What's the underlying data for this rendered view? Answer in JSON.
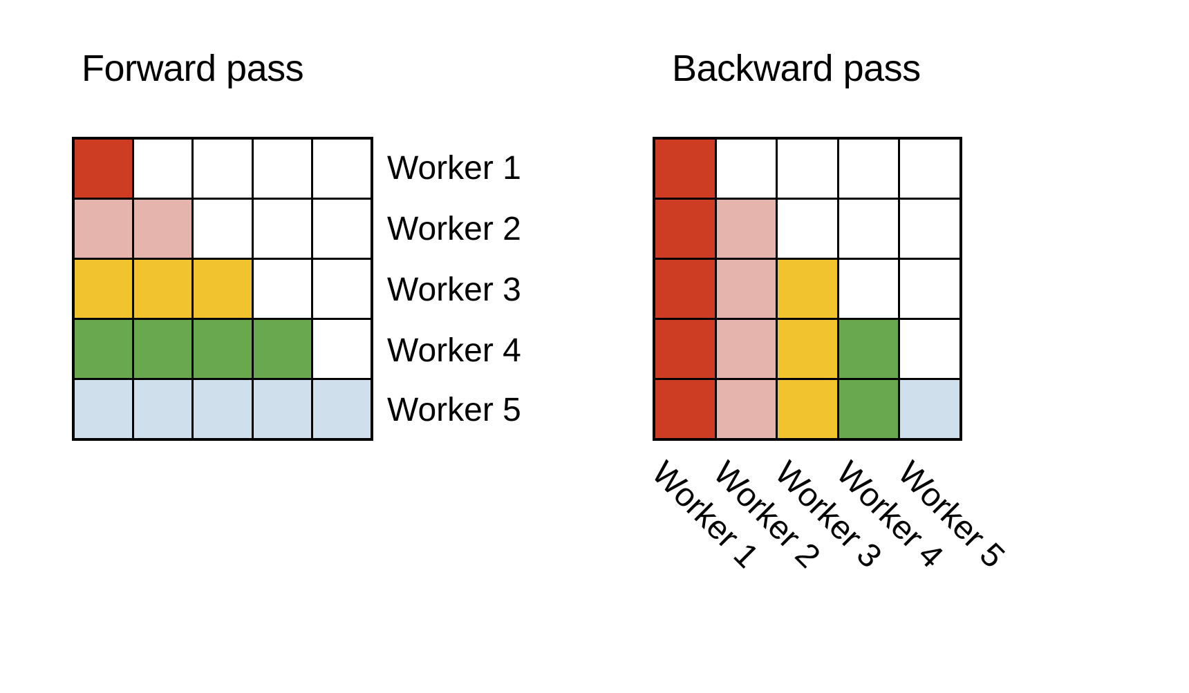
{
  "figure": {
    "background_color": "#ffffff",
    "line_color": "#000000"
  },
  "panels": [
    {
      "id": "forward",
      "title": "Forward pass",
      "label_orientation": "horizontal-right",
      "row_labels": [
        "Worker 1",
        "Worker 2",
        "Worker 3",
        "Worker 4",
        "Worker 5"
      ]
    },
    {
      "id": "backward",
      "title": "Backward pass",
      "label_orientation": "rotated-bottom",
      "column_labels": [
        "Worker 1",
        "Worker 2",
        "Worker 3",
        "Worker 4",
        "Worker 5"
      ]
    }
  ],
  "palette": {
    "red": "#CC3D24",
    "pink": "#E5B4AD",
    "yellow": "#F0C32F",
    "green": "#69A84F",
    "blue": "#CFDFEC",
    "empty": "#ffffff",
    "border": "#000000"
  },
  "chart_data": {
    "type": "heatmap",
    "title": "Forward pass / Backward pass worker activity matrices",
    "grid_size": [
      5,
      5
    ],
    "grids": [
      {
        "name": "Forward pass",
        "row_labels": [
          "Worker 1",
          "Worker 2",
          "Worker 3",
          "Worker 4",
          "Worker 5"
        ],
        "column_labels": [
          "Worker 1",
          "Worker 2",
          "Worker 3",
          "Worker 4",
          "Worker 5"
        ],
        "description": "Lower-triangular fill: row i is colored in columns 1..i with that row's color",
        "cells": [
          [
            "red",
            "empty",
            "empty",
            "empty",
            "empty"
          ],
          [
            "pink",
            "pink",
            "empty",
            "empty",
            "empty"
          ],
          [
            "yellow",
            "yellow",
            "yellow",
            "empty",
            "empty"
          ],
          [
            "green",
            "green",
            "green",
            "green",
            "empty"
          ],
          [
            "blue",
            "blue",
            "blue",
            "blue",
            "blue"
          ]
        ]
      },
      {
        "name": "Backward pass",
        "row_labels": [
          "Worker 1",
          "Worker 2",
          "Worker 3",
          "Worker 4",
          "Worker 5"
        ],
        "column_labels": [
          "Worker 1",
          "Worker 2",
          "Worker 3",
          "Worker 4",
          "Worker 5"
        ],
        "description": "Transpose of the forward pass: column j is colored in rows j..5 with that column's color",
        "cells": [
          [
            "red",
            "empty",
            "empty",
            "empty",
            "empty"
          ],
          [
            "red",
            "pink",
            "empty",
            "empty",
            "empty"
          ],
          [
            "red",
            "pink",
            "yellow",
            "empty",
            "empty"
          ],
          [
            "red",
            "pink",
            "yellow",
            "green",
            "empty"
          ],
          [
            "red",
            "pink",
            "yellow",
            "green",
            "blue"
          ]
        ]
      }
    ],
    "legend": [],
    "grid": true,
    "xlabel": "",
    "ylabel": ""
  }
}
